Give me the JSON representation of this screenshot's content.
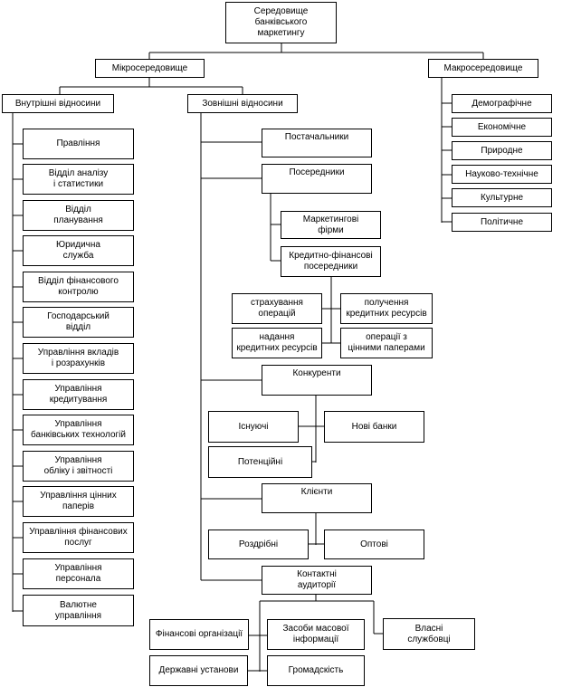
{
  "root": "Середовище\nбанківського\nмаркетингу",
  "micro": "Мікросередовище",
  "macro": "Макросередовище",
  "internal": "Внутрішні відносини",
  "external": "Зовнішні відносини",
  "internal_items": [
    "Правління",
    "Відділ аналізу\nі статистики",
    "Відділ\nпланування",
    "Юридична\nслужба",
    "Відділ фінансового\nконтролю",
    "Господарський\nвідділ",
    "Управління вкладів\nі розрахунків",
    "Управління\nкредитування",
    "Управління\nбанківських технологій",
    "Управління\nобліку і звітності",
    "Управління цінних\nпаперів",
    "Управління фінансових\nпослуг",
    "Управління\nперсонала",
    "Валютне\nуправління"
  ],
  "macro_items": [
    "Демографічне",
    "Економічне",
    "Природне",
    "Науково-технічне",
    "Культурне",
    "Політичне"
  ],
  "suppliers": "Постачальники",
  "intermediaries": "Посередники",
  "marketing_firms": "Маркетингові\nфірми",
  "credit_intermediaries": "Кредитно-фінансові\nпосередники",
  "credit_ops": {
    "insurance": "страхування\nоперацій",
    "receiving": "получення\nкредитних ресурсів",
    "granting": "надання\nкредитних ресурсів",
    "securities": "операції з\nцінними паперами"
  },
  "competitors": "Конкуренти",
  "competitor_types": {
    "existing": "Існуючі",
    "new": "Нові банки",
    "potential": "Потенційні"
  },
  "clients": "Клієнти",
  "client_types": {
    "retail": "Роздрібні",
    "wholesale": "Оптові"
  },
  "contact_audiences": "Контактні\nаудиторії",
  "audience_types": {
    "financial": "Фінансові організації",
    "media": "Засоби масової\nінформації",
    "own_staff": "Власні\nслужбовці",
    "state": "Державні установи",
    "public": "Громадскість"
  },
  "colors": {
    "line": "#000000",
    "box_border": "#000000",
    "background": "#ffffff"
  }
}
